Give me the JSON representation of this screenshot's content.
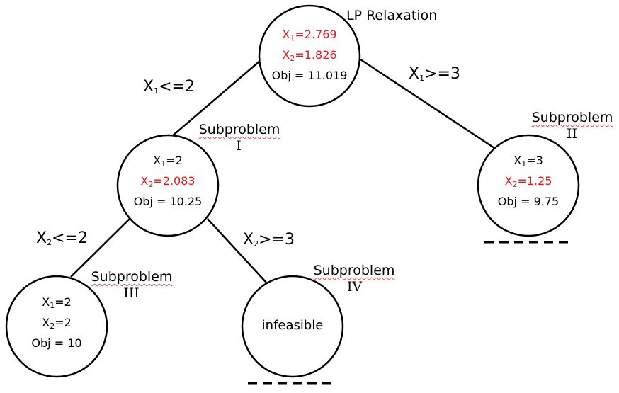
{
  "root": {
    "title": "LP Relaxation",
    "x1": "=2.769",
    "x2": "=1.826",
    "obj": "Obj = 11.019"
  },
  "edges": {
    "left_root_var": "X",
    "left_root_sub": "1",
    "left_root_rel": "<=2",
    "right_root_var": "X",
    "right_root_sub": "1",
    "right_root_rel": ">=3",
    "left_sp1_var": "X",
    "left_sp1_sub": "2",
    "left_sp1_rel": "<=2",
    "right_sp1_var": "X",
    "right_sp1_sub": "2",
    "right_sp1_rel": ">=3"
  },
  "sub1": {
    "title": "Subproblem",
    "numeral": "I",
    "x1": "=2",
    "x2": "=2.083",
    "obj": "Obj = 10.25"
  },
  "sub2": {
    "title": "Subproblem",
    "numeral": "II",
    "x1": "=3",
    "x2": "=1.25",
    "obj": "Obj = 9.75"
  },
  "sub3": {
    "title": "Subproblem",
    "numeral": "III",
    "x1": "=2",
    "x2": "=2",
    "obj": "Obj = 10"
  },
  "sub4": {
    "title": "Subproblem",
    "numeral": "IV",
    "text": "infeasible"
  },
  "var": {
    "x": "X",
    "s1": "1",
    "s2": "2"
  },
  "colors": {
    "infeasible_or_fractional": "#e8151b",
    "line": "#000000"
  }
}
